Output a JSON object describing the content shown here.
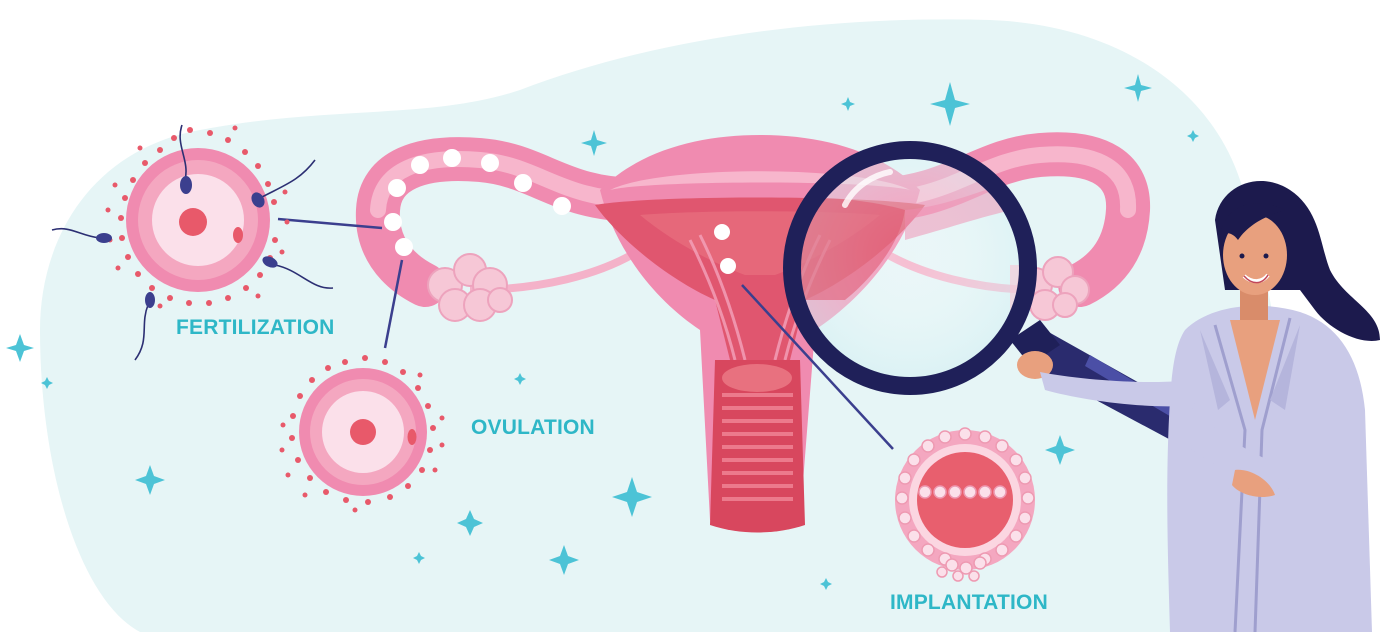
{
  "labels": {
    "fertilization": "FERTILIZATION",
    "ovulation": "OVULATION",
    "implantation": "IMPLANTATION"
  },
  "colors": {
    "label_teal": "#2eb7c7",
    "background_blob": "#e6f5f6",
    "sparkle": "#4cc3d6",
    "uterus_pink": "#f08bb0",
    "uterus_dark": "#d8475e",
    "egg_red": "#e8596a",
    "connector": "#3b3f8e",
    "magnifier_navy": "#1f2059",
    "coat": "#c9c9e8",
    "hair": "#1c1a4d",
    "skin": "#e8a07e"
  },
  "icons": [
    "sparkle-icon",
    "sperm-icon",
    "egg-cell-icon",
    "magnifying-glass-icon"
  ]
}
